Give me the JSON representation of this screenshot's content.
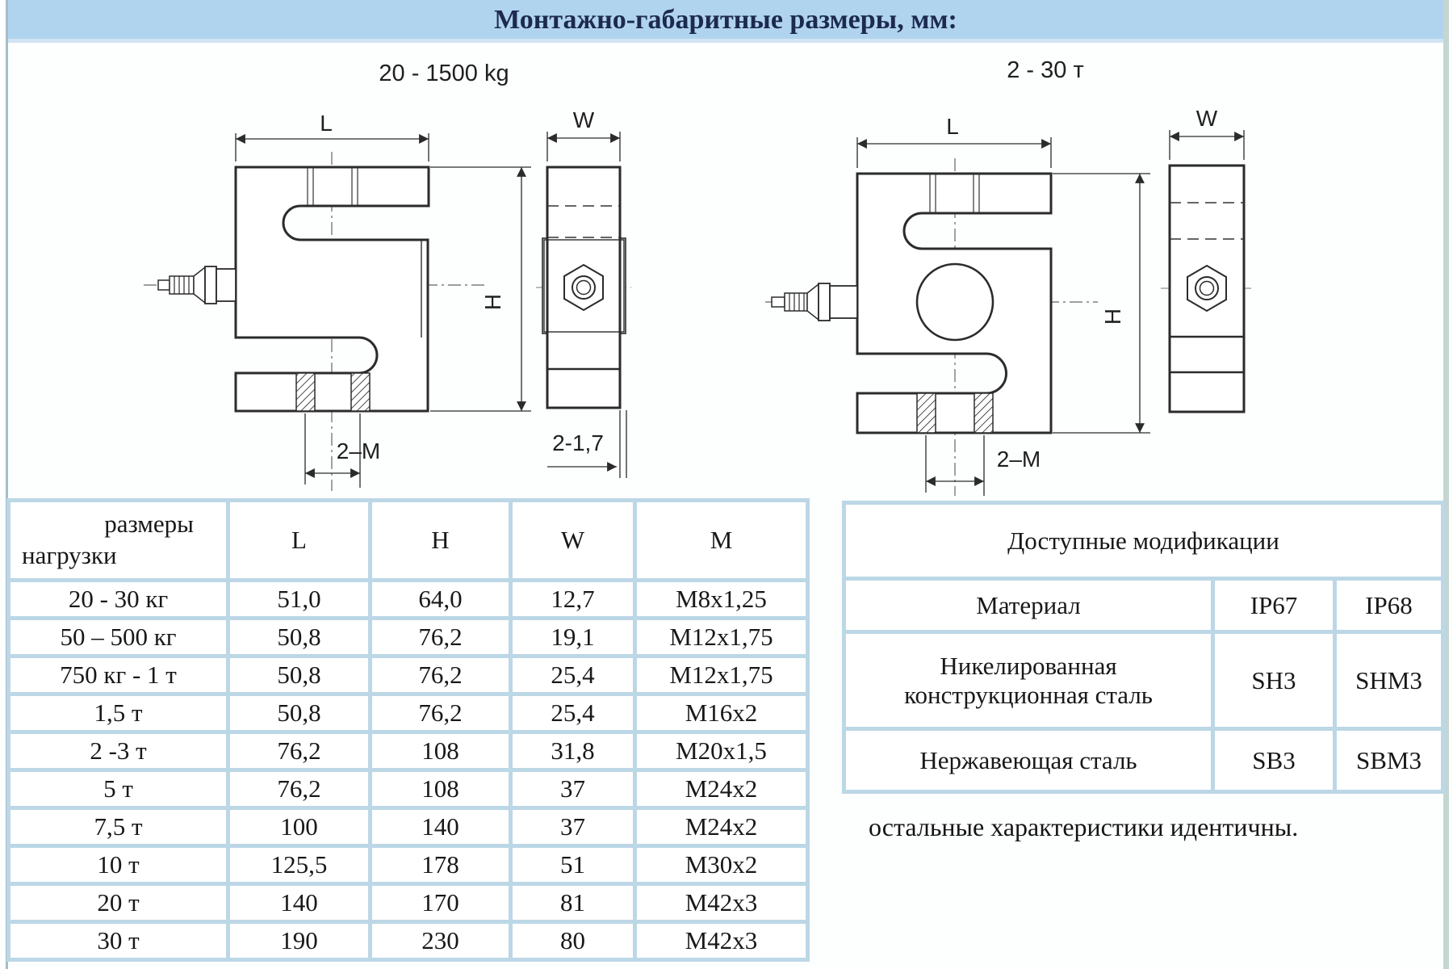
{
  "title": "Монтажно-габаритные размеры, мм:",
  "drawings": {
    "left_label": "20 - 1500 kg",
    "right_label": "2 - 30 т",
    "dim_L": "L",
    "dim_H": "H",
    "dim_W": "W",
    "dim_2M": "2–M",
    "dim_217": "2-1,7"
  },
  "size_table": {
    "header_line1": "размеры",
    "header_line2": "нагрузки",
    "cols": [
      "L",
      "H",
      "W",
      "M"
    ],
    "rows": [
      [
        "20 - 30 кг",
        "51,0",
        "64,0",
        "12,7",
        "M8x1,25"
      ],
      [
        "50 – 500 кг",
        "50,8",
        "76,2",
        "19,1",
        "M12x1,75"
      ],
      [
        "750 кг - 1 т",
        "50,8",
        "76,2",
        "25,4",
        "M12x1,75"
      ],
      [
        "1,5 т",
        "50,8",
        "76,2",
        "25,4",
        "M16x2"
      ],
      [
        "2 -3 т",
        "76,2",
        "108",
        "31,8",
        "M20x1,5"
      ],
      [
        "5 т",
        "76,2",
        "108",
        "37",
        "M24x2"
      ],
      [
        "7,5 т",
        "100",
        "140",
        "37",
        "M24x2"
      ],
      [
        "10 т",
        "125,5",
        "178",
        "51",
        "M30x2"
      ],
      [
        "20 т",
        "140",
        "170",
        "81",
        "M42x3"
      ],
      [
        "30 т",
        "190",
        "230",
        "80",
        "M42x3"
      ]
    ]
  },
  "mod_table": {
    "title": "Доступные модификации",
    "rows": [
      [
        "Материал",
        "IP67",
        "IP68"
      ],
      [
        "Никелированная конструкционная сталь",
        "SH3",
        "SHM3"
      ],
      [
        "Нержавеющая сталь",
        "SB3",
        "SBM3"
      ]
    ]
  },
  "note": "остальные характеристики идентичны.",
  "colors": {
    "title_bar": "#b1d4ee",
    "table_border": "#bcd7e6",
    "title_text": "#1c2a50"
  }
}
